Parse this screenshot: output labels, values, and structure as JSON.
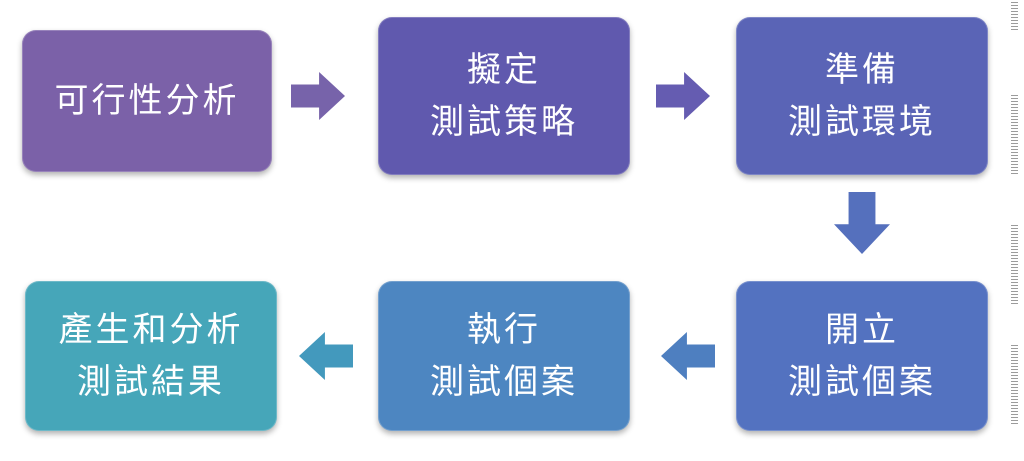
{
  "diagram": {
    "text_color": "#ffffff",
    "boxes": [
      {
        "name": "feasibility-analysis",
        "line1": "可行性分析",
        "line2": "",
        "color": "#7b61a8"
      },
      {
        "name": "define-test-strategy",
        "line1": "擬定",
        "line2": "測試策略",
        "color": "#6059ae"
      },
      {
        "name": "prepare-test-environment",
        "line1": "準備",
        "line2": "測試環境",
        "color": "#5a64b6"
      },
      {
        "name": "create-test-cases",
        "line1": "開立",
        "line2": "測試個案",
        "color": "#5372c0"
      },
      {
        "name": "execute-test-cases",
        "line1": "執行",
        "line2": "測試個案",
        "color": "#4d86c1"
      },
      {
        "name": "generate-analyze-results",
        "line1": "產生和分析",
        "line2": "測試結果",
        "color": "#46a6b9"
      }
    ],
    "arrows": [
      {
        "direction": "right",
        "color": "#7763aa"
      },
      {
        "direction": "right",
        "color": "#655cb1"
      },
      {
        "direction": "down",
        "color": "#5570bd"
      },
      {
        "direction": "left",
        "color": "#4e7fc0"
      },
      {
        "direction": "left",
        "color": "#4399bd"
      }
    ]
  }
}
